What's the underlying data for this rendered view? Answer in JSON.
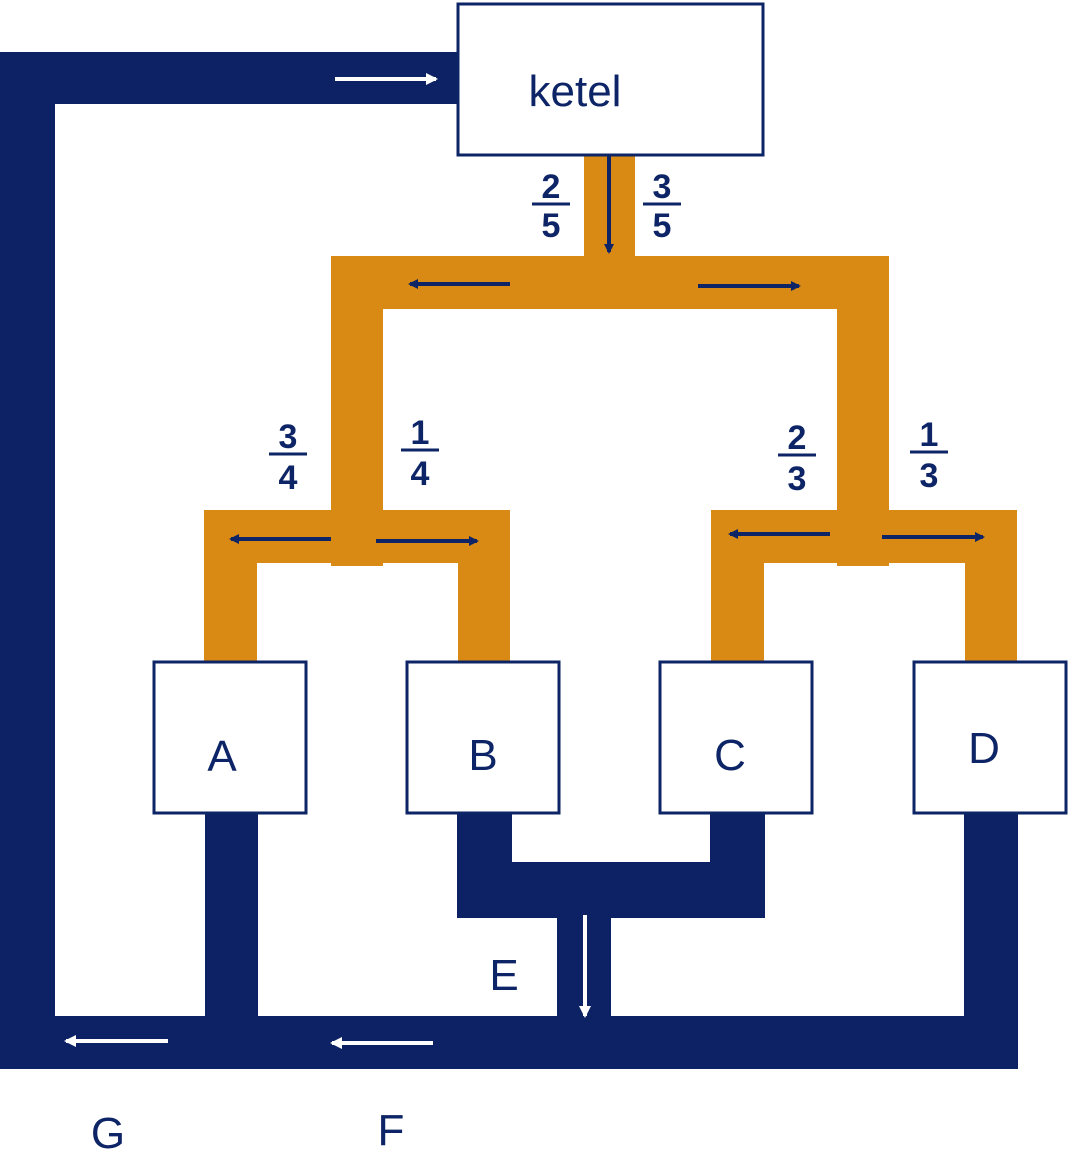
{
  "colors": {
    "hot_pipe": "#d98a14",
    "return_pipe": "#0c2264",
    "text": "#0d2466",
    "arrow_light": "#ffffff",
    "arrow_dark": "#0d2466"
  },
  "boiler": {
    "label": "ketel"
  },
  "units": [
    {
      "id": "A",
      "label": "A"
    },
    {
      "id": "B",
      "label": "B"
    },
    {
      "id": "C",
      "label": "C"
    },
    {
      "id": "D",
      "label": "D"
    }
  ],
  "fractions": {
    "top_left": {
      "num": "2",
      "den": "5"
    },
    "top_right": {
      "num": "3",
      "den": "5"
    },
    "left_left": {
      "num": "3",
      "den": "4"
    },
    "left_right": {
      "num": "1",
      "den": "4"
    },
    "right_left": {
      "num": "2",
      "den": "3"
    },
    "right_right": {
      "num": "1",
      "den": "3"
    }
  },
  "points": {
    "E": "E",
    "F": "F",
    "G": "G"
  }
}
